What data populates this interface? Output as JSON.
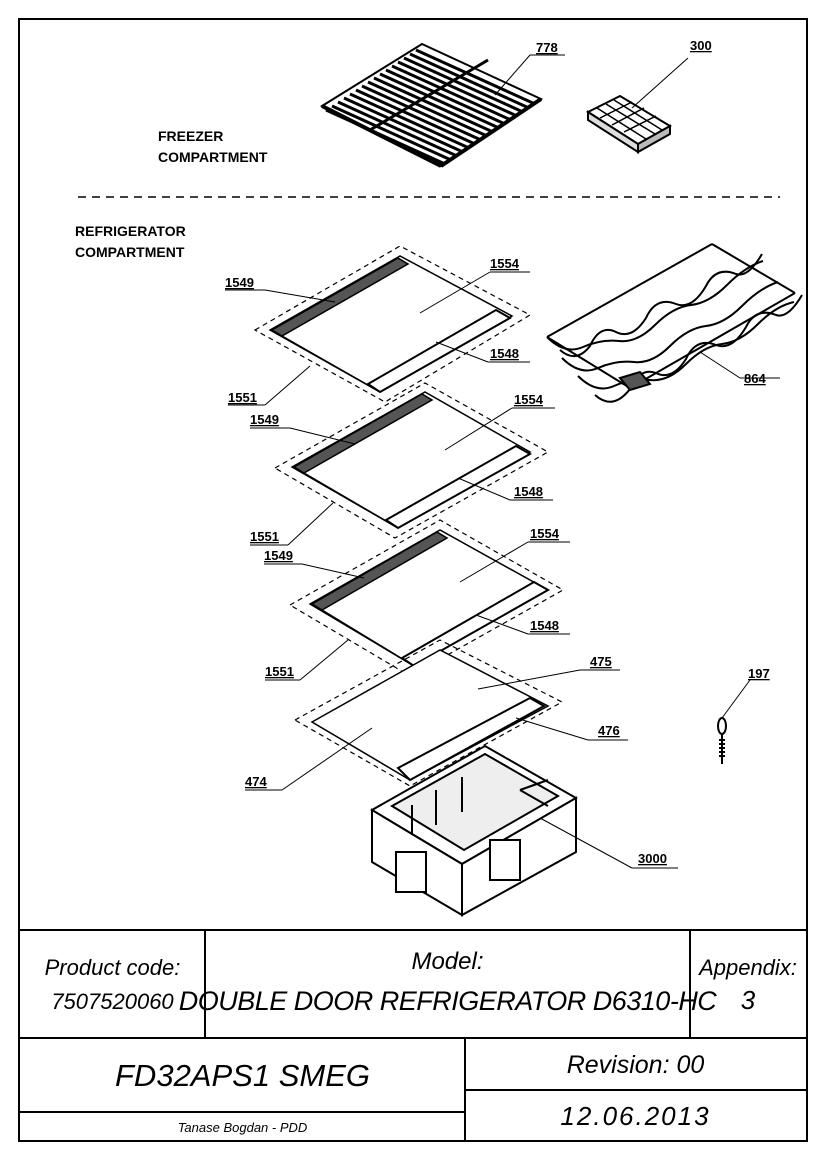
{
  "sections": {
    "freezer": [
      "FREEZER",
      "COMPARTMENT"
    ],
    "refrigerator": [
      "REFRIGERATOR",
      "COMPARTMENT"
    ]
  },
  "callouts": {
    "c778": "778",
    "c300": "300",
    "c1549a": "1549",
    "c1554a": "1554",
    "c1548a": "1548",
    "c1551a": "1551",
    "c864": "864",
    "c1549b": "1549",
    "c1554b": "1554",
    "c1548b": "1548",
    "c1551b": "1551",
    "c1549c": "1549",
    "c1554c": "1554",
    "c1548c": "1548",
    "c1551c": "1551",
    "c475": "475",
    "c476": "476",
    "c474": "474",
    "c197": "197",
    "c3000": "3000"
  },
  "title_block": {
    "product_code_label": "Product code:",
    "product_code": "7507520060",
    "model_label": "Model:",
    "model": "DOUBLE DOOR REFRIGERATOR D6310-HC",
    "appendix_label": "Appendix:",
    "appendix": "3",
    "product_name": "FD32APS1 SMEG",
    "revision": "Revision: 00",
    "author": "Tanase Bogdan - PDD",
    "date": "12.06.2013"
  }
}
